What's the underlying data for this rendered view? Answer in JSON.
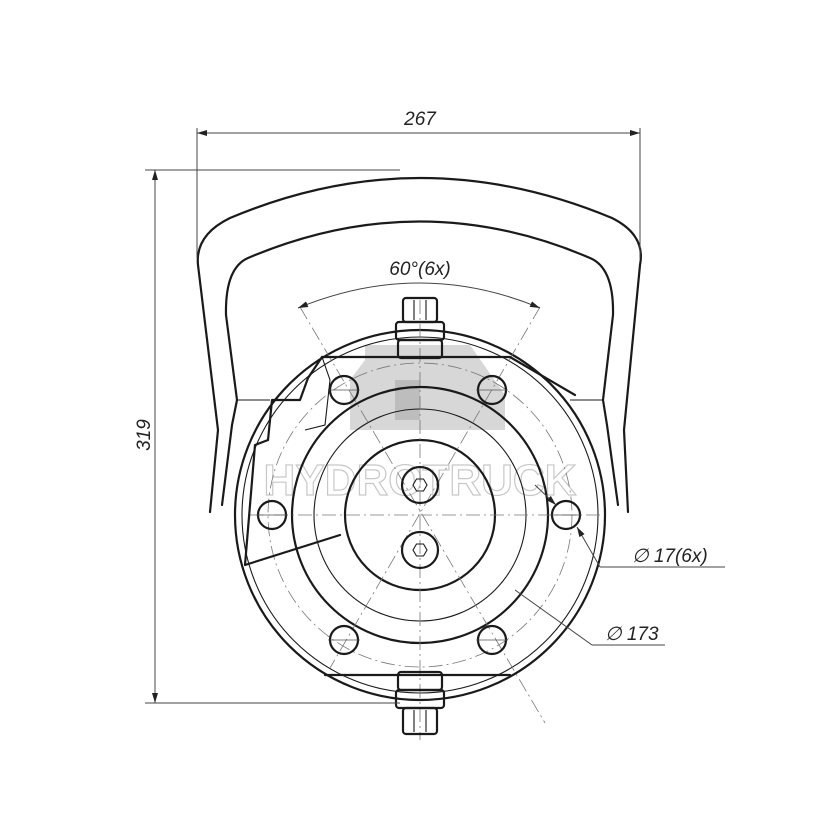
{
  "dimensions": {
    "width": "267",
    "height": "319",
    "angle": "60°(6x)",
    "hole_diameter": "∅ 17(6x)",
    "bolt_circle_diameter": "∅ 173"
  },
  "watermark": {
    "text": "HYDROTRUCK"
  }
}
